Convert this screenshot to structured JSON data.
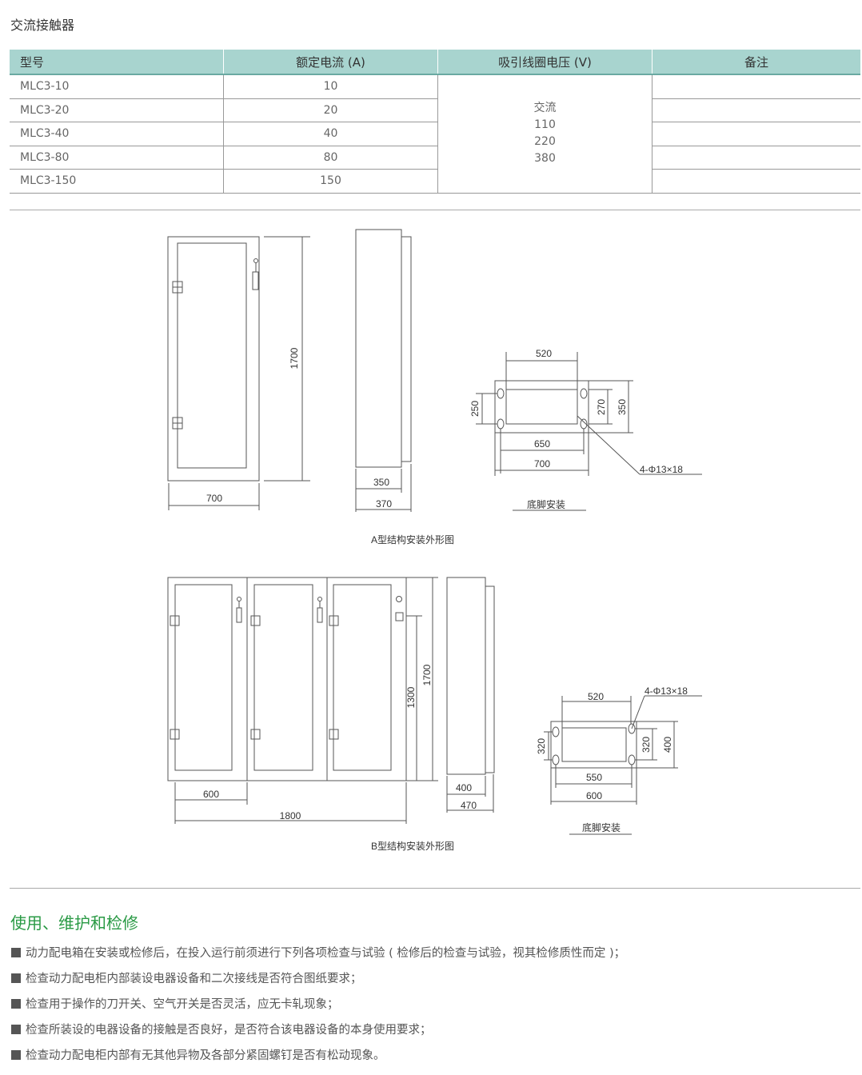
{
  "title": "交流接触器",
  "table": {
    "headers": [
      "型号",
      "额定电流 (A)",
      "吸引线圈电压 (V)",
      "备注"
    ],
    "rows": [
      {
        "model": "MLC3-10",
        "current": "10"
      },
      {
        "model": "MLC3-20",
        "current": "20"
      },
      {
        "model": "MLC3-40",
        "current": "40"
      },
      {
        "model": "MLC3-80",
        "current": "80"
      },
      {
        "model": "MLC3-150",
        "current": "150"
      }
    ],
    "voltage": [
      "交流",
      "110",
      "220",
      "380"
    ]
  },
  "diagram_a": {
    "caption": "A型结构安装外形图",
    "height": "1700",
    "width": "700",
    "side_inner": "350",
    "side_outer": "370",
    "foot": {
      "top": "520",
      "left": "250",
      "right_inner": "270",
      "right_outer": "350",
      "mid": "650",
      "bottom": "700",
      "holes": "4-Φ13×18",
      "label": "底脚安装"
    }
  },
  "diagram_b": {
    "caption": "B型结构安装外形图",
    "height_inner": "1300",
    "height": "1700",
    "unit_width": "600",
    "width": "1800",
    "side_inner": "400",
    "side_outer": "470",
    "foot": {
      "top": "520",
      "left": "320",
      "right_inner": "320",
      "right_outer": "400",
      "mid": "550",
      "bottom": "600",
      "holes": "4-Φ13×18",
      "label": "底脚安装"
    }
  },
  "section": {
    "title": "使用、维护和检修",
    "items": [
      "动力配电箱在安装或检修后，在投入运行前须进行下列各项检查与试验 ( 检修后的检查与试验，视其检修质性而定 )；",
      "检查动力配电柜内部装设电器设备和二次接线是否符合图纸要求；",
      "检查用于操作的刀开关、空气开关是否灵活，应无卡轧现象；",
      "检查所装设的电器设备的接触是否良好，是否符合该电器设备的本身使用要求；",
      "检查动力配电柜内部有无其他异物及各部分紧固螺钉是否有松动现象。"
    ]
  }
}
